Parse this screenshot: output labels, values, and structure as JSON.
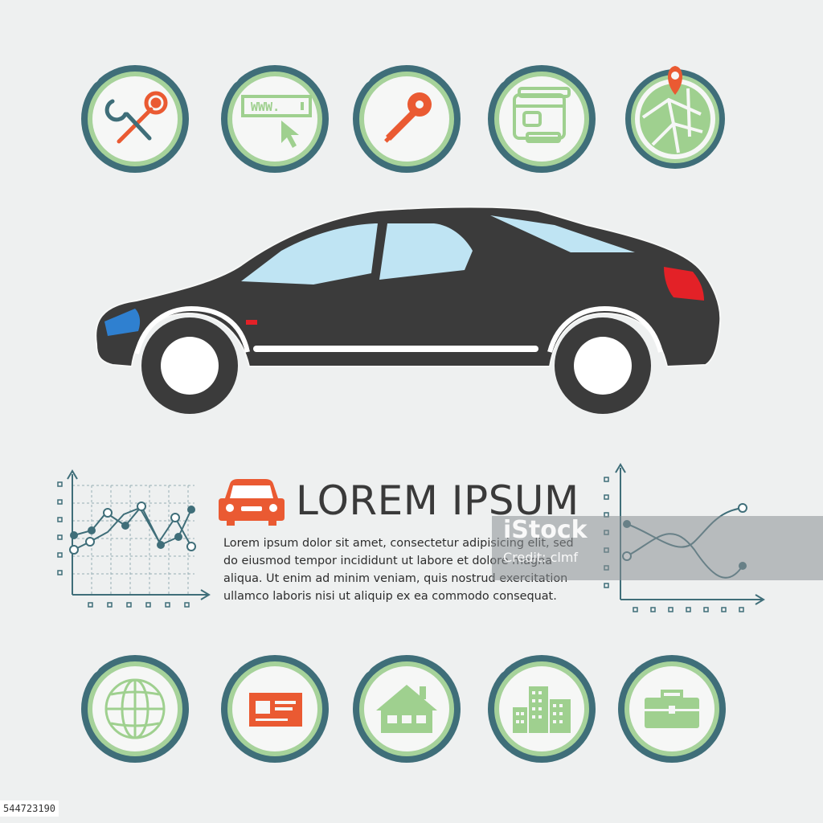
{
  "colors": {
    "background": "#eef0f0",
    "badge_outer": "#3f6e79",
    "badge_ring": "#a6d29a",
    "badge_inner": "#f6f7f6",
    "accent_orange": "#ea5a32",
    "icon_green": "#9fd08f",
    "car_body": "#3b3b3b",
    "window": "#bfe4f3",
    "taillight": "#e32127",
    "headlight": "#2f80d0",
    "text_dark": "#3a3a3a"
  },
  "top_icons": [
    {
      "name": "wrench-icon"
    },
    {
      "name": "www-cursor-icon"
    },
    {
      "name": "key-icon"
    },
    {
      "name": "wallet-icon"
    },
    {
      "name": "map-pin-icon"
    }
  ],
  "bottom_icons": [
    {
      "name": "globe-icon"
    },
    {
      "name": "id-card-icon"
    },
    {
      "name": "house-icon"
    },
    {
      "name": "buildings-icon"
    },
    {
      "name": "briefcase-icon"
    }
  ],
  "text_block": {
    "headline": "LOREM IPSUM",
    "body": "Lorem ipsum dolor sit amet, consectetur adipisicing elit, sed\ndo eiusmod tempor incididunt ut labore et dolore magna\naliqua. Ut enim ad minim veniam, quis nostrud exercitation\nullamco laboris nisi ut aliquip ex ea commodo consequat."
  },
  "watermark": {
    "title": "iStock",
    "credit": "Credit: clmf"
  },
  "stock_id": "544723190"
}
